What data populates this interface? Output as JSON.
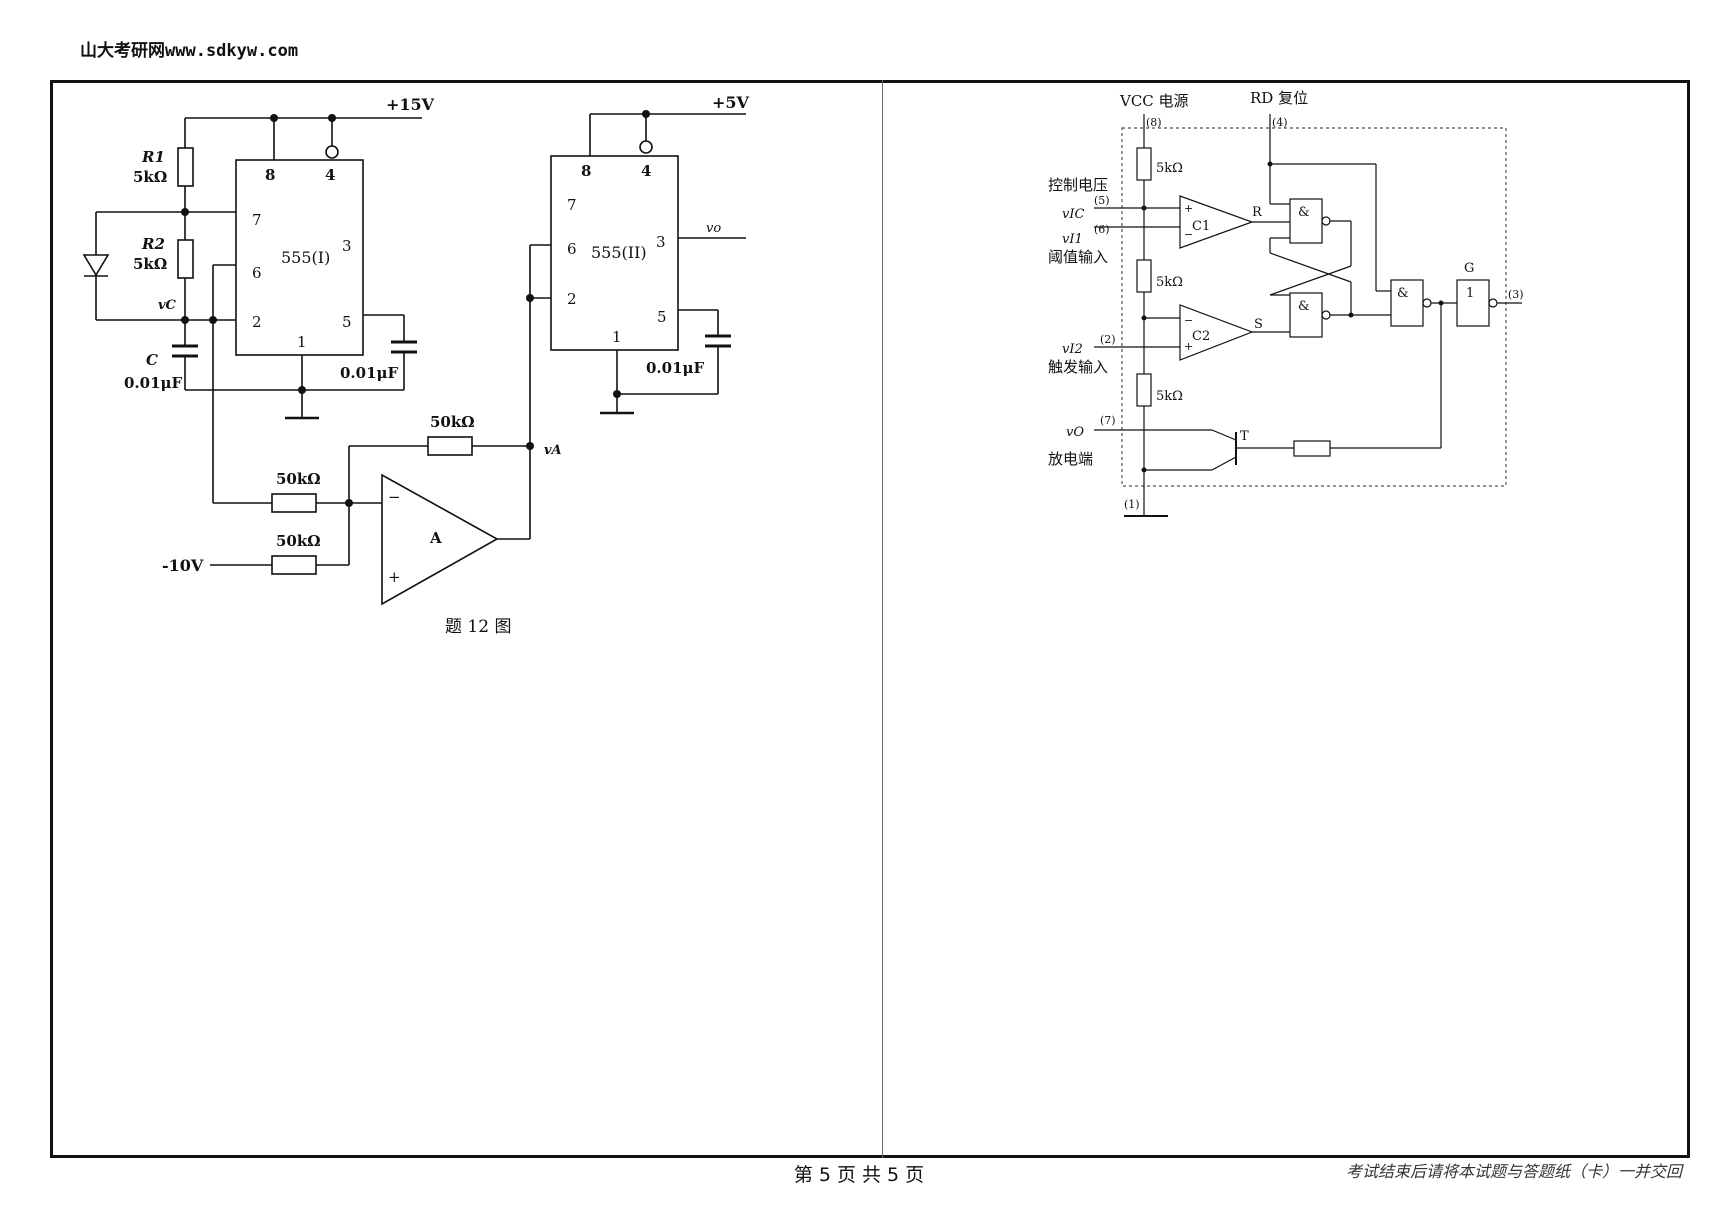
{
  "header": {
    "site": "山大考研网www.sdkyw.com"
  },
  "left_circuit": {
    "supply_15v": "+15V",
    "supply_5v": "+5V",
    "minus10v": "-10V",
    "r1": "R1",
    "r1_val": "5kΩ",
    "r2": "R2",
    "r2_val": "5kΩ",
    "vc": "vC",
    "c": "C",
    "c_val": "0.01μF",
    "cap1_val": "0.01μF",
    "cap2_val": "0.01μF",
    "chip1": "555(I)",
    "chip2": "555(II)",
    "vo": "vo",
    "va": "vA",
    "res_feedback": "50kΩ",
    "res_in1": "50kΩ",
    "res_in2": "50kΩ",
    "opamp": "A",
    "pins1": {
      "p8": "8",
      "p4": "4",
      "p7": "7",
      "p6": "6",
      "p3": "3",
      "p2": "2",
      "p5": "5",
      "p1": "1"
    },
    "pins2": {
      "p8": "8",
      "p4": "4",
      "p7": "7",
      "p6": "6",
      "p3": "3",
      "p2": "2",
      "p5": "5",
      "p1": "1"
    },
    "caption": "题 12 图"
  },
  "right_circuit": {
    "vcc": "VCC 电源",
    "rd": "RD 复位",
    "pin8": "(8)",
    "pin4": "(4)",
    "pin5": "(5)",
    "pin6": "(6)",
    "pin2": "(2)",
    "pin7": "(7)",
    "pin1": "(1)",
    "pin3": "(3)",
    "res1": "5kΩ",
    "res2": "5kΩ",
    "res3": "5kΩ",
    "ctrl_v": "控制电压",
    "vic": "vIC",
    "vi1": "vI1",
    "threshold": "阈值输入",
    "vi2": "vI2",
    "trigger": "触发输入",
    "vo": "vO",
    "discharge": "放电端",
    "c1": "C1",
    "c2": "C2",
    "r_label": "R",
    "s_label": "S",
    "and": "&",
    "g_label": "G",
    "one": "1",
    "t_label": "T",
    "plus": "+",
    "minus": "−"
  },
  "footer": {
    "page": "第 5 页 共 5 页",
    "note": "考试结束后请将本试题与答题纸（卡）一并交回"
  }
}
